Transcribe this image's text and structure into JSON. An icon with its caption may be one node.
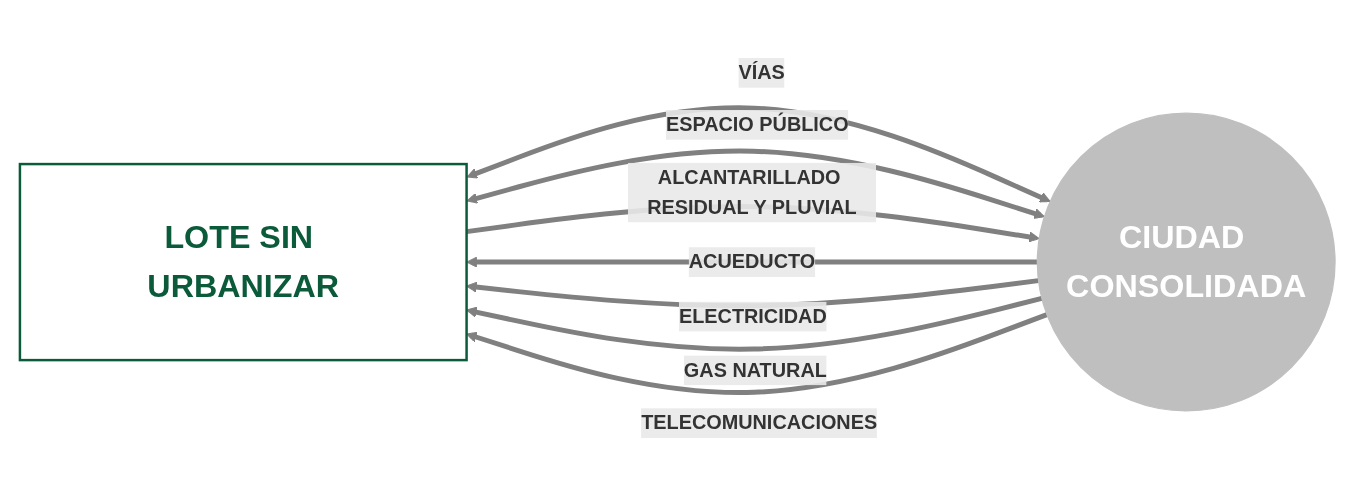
{
  "diagram": {
    "nodes": [
      {
        "text": [
          "LOTE SIN URBANIZAR"
        ]
      },
      {
        "text": [
          "CIUDAD CONSOLIDADA"
        ]
      }
    ],
    "edges": [
      {
        "from": 0,
        "to": 1,
        "arrow": "both",
        "label": "VÍAS"
      },
      {
        "from": 0,
        "to": 1,
        "arrow": "both",
        "label": "ESPACIO PÚBLICO"
      },
      {
        "from": 1,
        "to": 0,
        "arrow": "to",
        "label": "ACUEDUCTO"
      },
      {
        "from": 1,
        "to": 0,
        "arrow": "to",
        "label": "ELECTRICIDAD"
      },
      {
        "from": 1,
        "to": 0,
        "arrow": "to",
        "label": "GAS NATURAL"
      },
      {
        "from": 1,
        "to": 0,
        "arrow": "to",
        "label": "TELECOMUNICACIONES"
      },
      {
        "from": 0,
        "to": 1,
        "arrow": "to",
        "label": "ALCANTARILLADO RESIDUAL Y PLUVIAL"
      }
    ]
  }
}
